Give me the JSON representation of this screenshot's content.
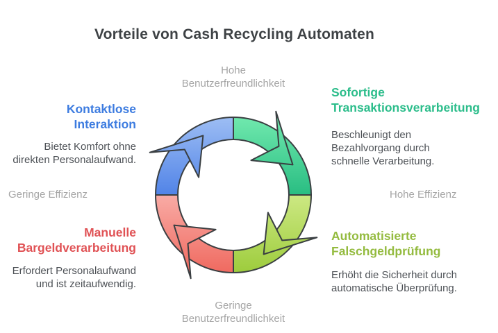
{
  "title": "Vorteile von Cash Recycling Automaten",
  "axis_labels": {
    "top": "Hohe\nBenutzerfreundlichkeit",
    "right": "Hohe Effizienz",
    "bottom": "Geringe\nBenutzerfreundlichkeit",
    "left": "Geringe Effizienz"
  },
  "sections": [
    {
      "position": "top-left",
      "heading": "Kontaktlose\nInteraktion",
      "body": "Bietet Komfort ohne\ndirekten Personalaufwand.",
      "accent": "#3d7ce0"
    },
    {
      "position": "top-right",
      "heading": "Sofortige\nTransaktionsverarbeitung",
      "body": "Beschleunigt den\nBezahlvorgang durch\nschnelle Verarbeitung.",
      "accent": "#2cbd8b"
    },
    {
      "position": "bottom-left",
      "heading": "Manuelle\nBargeldverarbeitung",
      "body": "Erfordert Personalaufwand\nund ist zeitaufwendig.",
      "accent": "#e05255"
    },
    {
      "position": "bottom-right",
      "heading": "Automatisierte\nFalschgeldprüfung",
      "body": "Erhöht die Sicherheit durch\nautomatische Überprüfung.",
      "accent": "#94bb3f"
    }
  ],
  "cycle_diagram": {
    "type": "cycle",
    "direction": "clockwise",
    "outline_color": "#3a3f42",
    "segments": [
      {
        "quadrant": "top-left",
        "topic": "Kontaktlose Interaktion",
        "color_light": "#9fbff4",
        "color_dark": "#4f82e7"
      },
      {
        "quadrant": "top-right",
        "topic": "Sofortige Transaktionsverarbeitung",
        "color_light": "#72eaaf",
        "color_dark": "#27bc81"
      },
      {
        "quadrant": "bottom-left",
        "topic": "Manuelle Bargeldverarbeitung",
        "color_light": "#f9ada7",
        "color_dark": "#ef675d"
      },
      {
        "quadrant": "bottom-right",
        "topic": "Automatisierte Falschgeldprüfung",
        "color_light": "#cee985",
        "color_dark": "#9bcb39"
      }
    ]
  }
}
